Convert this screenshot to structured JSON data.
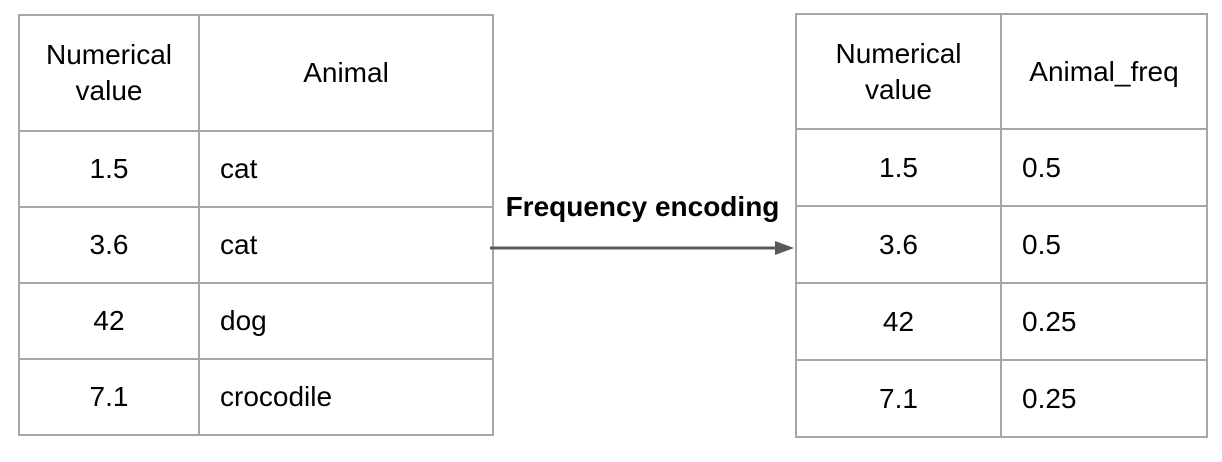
{
  "diagram": {
    "transform_label": "Frequency encoding",
    "border_color": "#a6a6a6",
    "arrow_color": "#595959",
    "text_color": "#000000",
    "background_color": "#ffffff"
  },
  "left_table": {
    "headers": [
      "Numerical value",
      "Animal"
    ],
    "rows": [
      [
        "1.5",
        "cat"
      ],
      [
        "3.6",
        "cat"
      ],
      [
        "42",
        "dog"
      ],
      [
        "7.1",
        "crocodile"
      ]
    ]
  },
  "right_table": {
    "headers": [
      "Numerical value",
      "Animal_freq"
    ],
    "rows": [
      [
        "1.5",
        "0.5"
      ],
      [
        "3.6",
        "0.5"
      ],
      [
        "42",
        "0.25"
      ],
      [
        "7.1",
        "0.25"
      ]
    ]
  }
}
